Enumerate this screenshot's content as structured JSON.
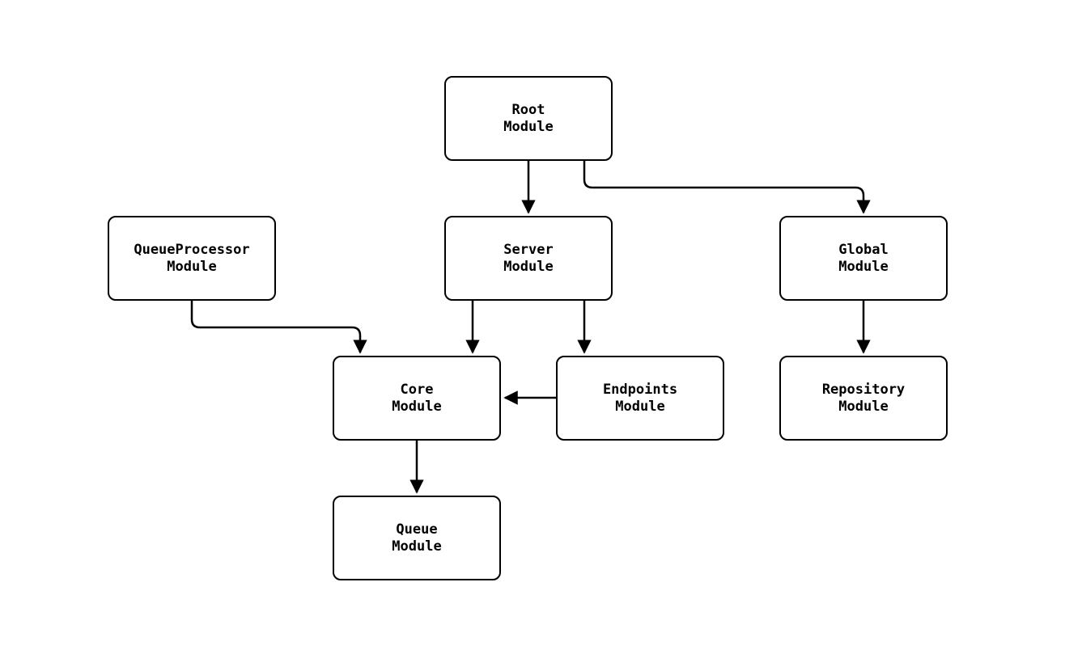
{
  "diagram": {
    "type": "flowchart",
    "direction": "top-down",
    "background_color": "#ffffff",
    "node_fill_color": "#ffffff",
    "node_border_color": "#000000",
    "edge_color": "#000000",
    "nodes": [
      {
        "id": "root",
        "label": "Root\nModule"
      },
      {
        "id": "queueprocessor",
        "label": "QueueProcessor\nModule"
      },
      {
        "id": "server",
        "label": "Server\nModule"
      },
      {
        "id": "global",
        "label": "Global\nModule"
      },
      {
        "id": "core",
        "label": "Core\nModule"
      },
      {
        "id": "endpoints",
        "label": "Endpoints\nModule"
      },
      {
        "id": "repository",
        "label": "Repository\nModule"
      },
      {
        "id": "queue",
        "label": "Queue\nModule"
      }
    ],
    "edges": [
      {
        "from": "root",
        "to": "server"
      },
      {
        "from": "root",
        "to": "global"
      },
      {
        "from": "queueprocessor",
        "to": "core"
      },
      {
        "from": "server",
        "to": "core"
      },
      {
        "from": "server",
        "to": "endpoints"
      },
      {
        "from": "endpoints",
        "to": "core"
      },
      {
        "from": "global",
        "to": "repository"
      },
      {
        "from": "core",
        "to": "queue"
      }
    ]
  }
}
